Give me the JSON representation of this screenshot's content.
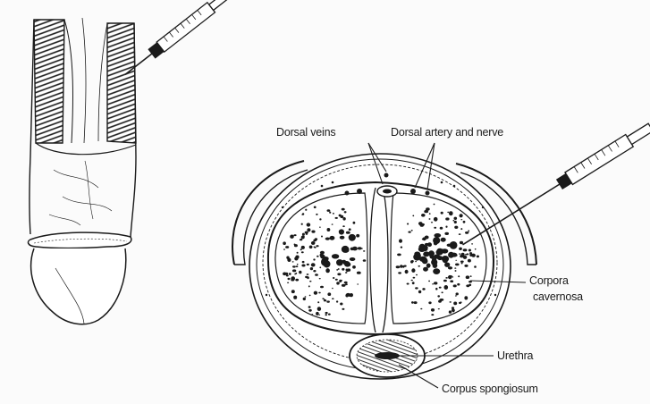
{
  "labels": {
    "dorsal_veins": "Dorsal veins",
    "dorsal_artery_nerve": "Dorsal artery and nerve",
    "corpora_line1": "Corpora",
    "corpora_line2": "cavernosa",
    "urethra": "Urethra",
    "corpus_spongiosum": "Corpus spongiosum"
  }
}
